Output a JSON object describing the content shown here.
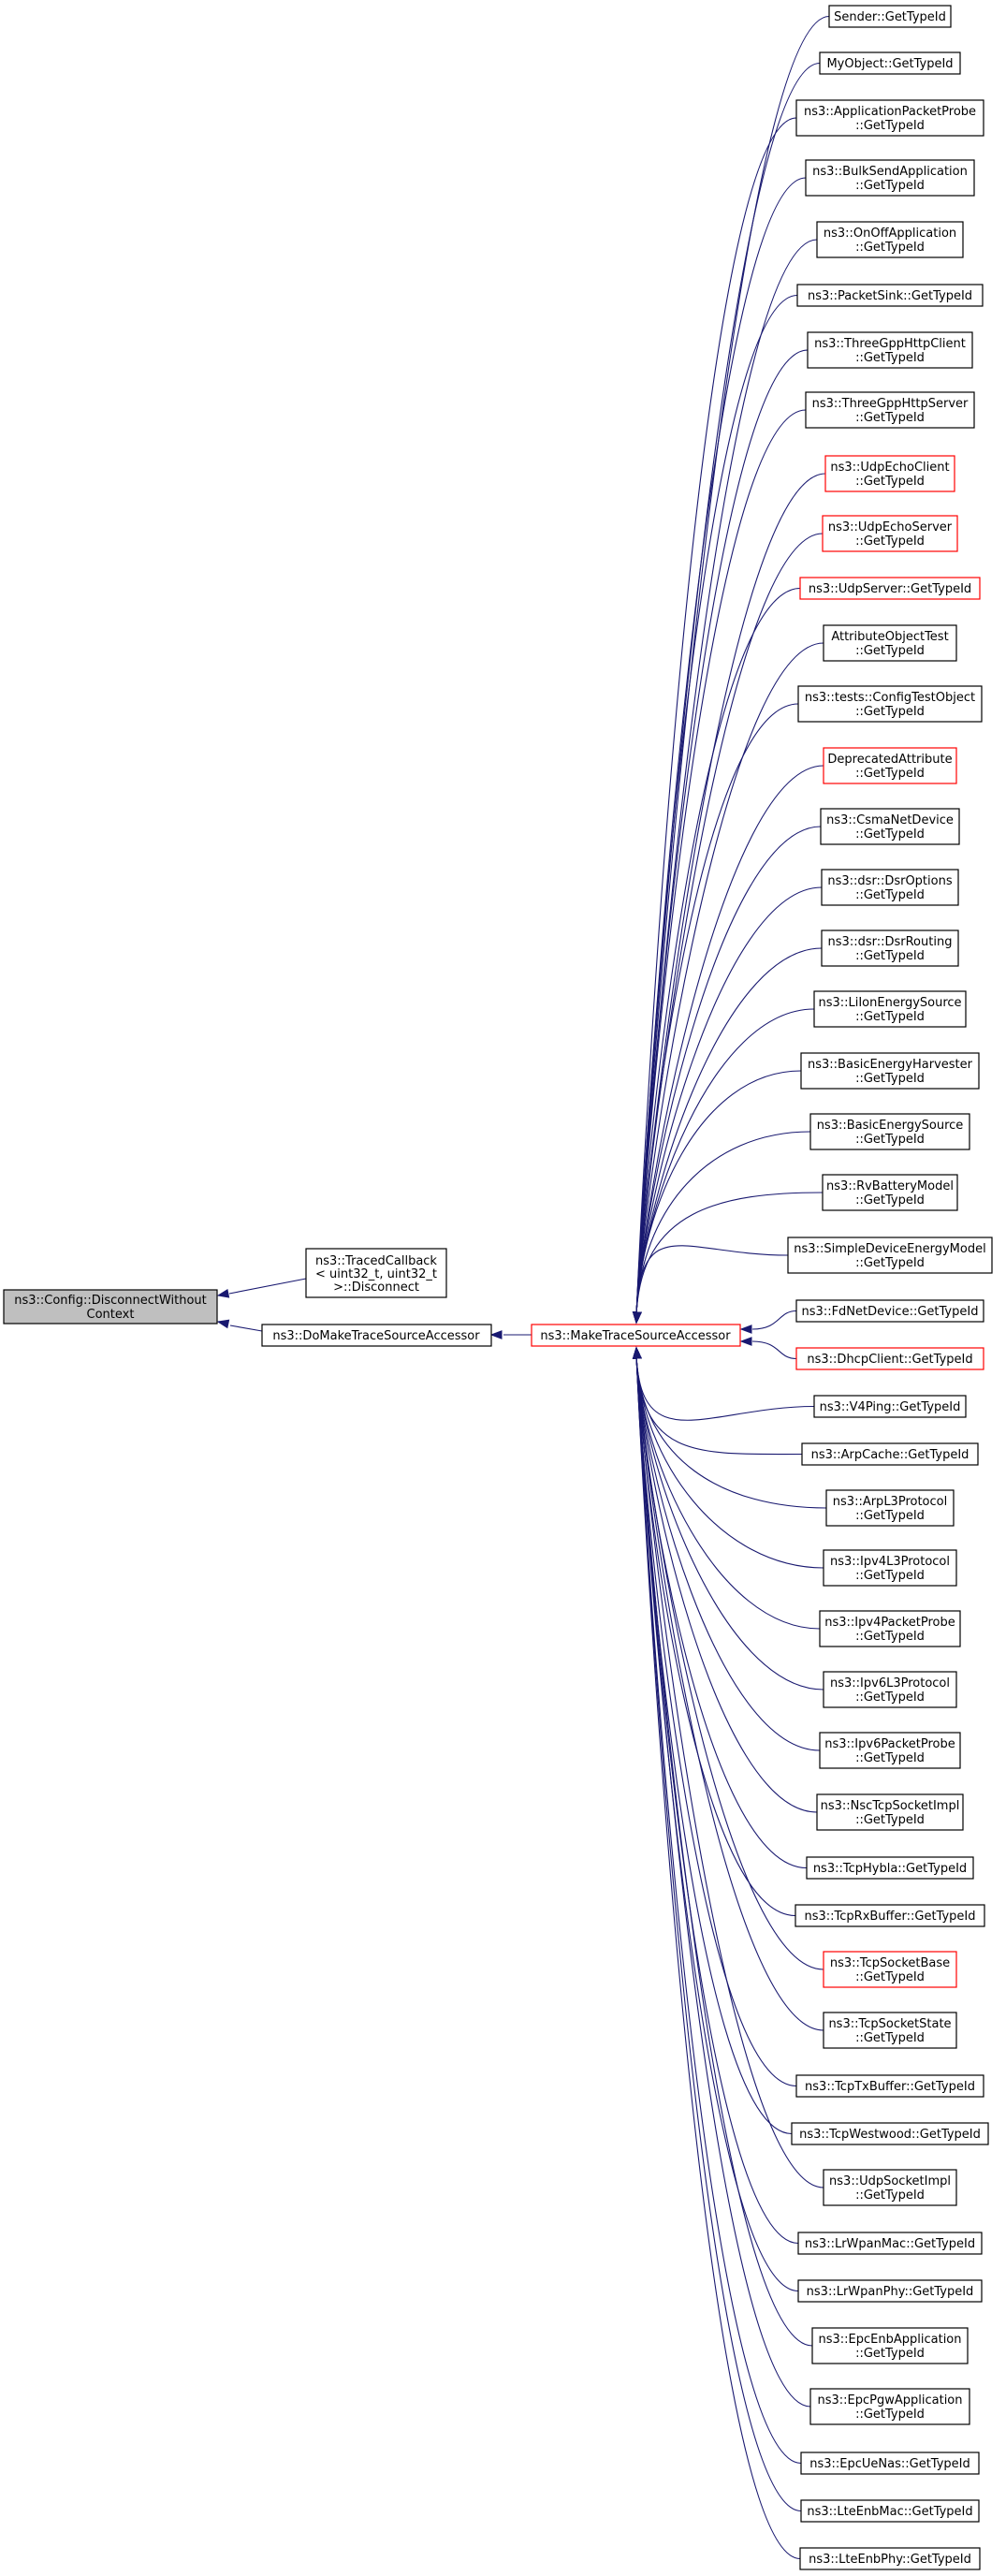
{
  "colors": {
    "edge": "#191970",
    "normal_border": "#000000",
    "undocumented_border": "#ff0000",
    "focus_fill": "#bfbfbf"
  },
  "nodes": {
    "root": {
      "lines": [
        "ns3::Config::DisconnectWithout",
        "Context"
      ]
    },
    "traced": {
      "lines": [
        "ns3::TracedCallback",
        "< uint32_t, uint32_t",
        ">::Disconnect"
      ]
    },
    "do_make": {
      "lines": [
        "ns3::DoMakeTraceSourceAccessor"
      ]
    },
    "make": {
      "lines": [
        "ns3::MakeTraceSourceAccessor"
      ]
    },
    "callers": [
      {
        "lines": [
          "Sender::GetTypeId"
        ]
      },
      {
        "lines": [
          "MyObject::GetTypeId"
        ]
      },
      {
        "lines": [
          "ns3::ApplicationPacketProbe",
          "::GetTypeId"
        ]
      },
      {
        "lines": [
          "ns3::BulkSendApplication",
          "::GetTypeId"
        ]
      },
      {
        "lines": [
          "ns3::OnOffApplication",
          "::GetTypeId"
        ]
      },
      {
        "lines": [
          "ns3::PacketSink::GetTypeId"
        ]
      },
      {
        "lines": [
          "ns3::ThreeGppHttpClient",
          "::GetTypeId"
        ]
      },
      {
        "lines": [
          "ns3::ThreeGppHttpServer",
          "::GetTypeId"
        ]
      },
      {
        "lines": [
          "ns3::UdpEchoClient",
          "::GetTypeId"
        ]
      },
      {
        "lines": [
          "ns3::UdpEchoServer",
          "::GetTypeId"
        ]
      },
      {
        "lines": [
          "ns3::UdpServer::GetTypeId"
        ]
      },
      {
        "lines": [
          "AttributeObjectTest",
          "::GetTypeId"
        ]
      },
      {
        "lines": [
          "ns3::tests::ConfigTestObject",
          "::GetTypeId"
        ]
      },
      {
        "lines": [
          "DeprecatedAttribute",
          "::GetTypeId"
        ]
      },
      {
        "lines": [
          "ns3::CsmaNetDevice",
          "::GetTypeId"
        ]
      },
      {
        "lines": [
          "ns3::dsr::DsrOptions",
          "::GetTypeId"
        ]
      },
      {
        "lines": [
          "ns3::dsr::DsrRouting",
          "::GetTypeId"
        ]
      },
      {
        "lines": [
          "ns3::LiIonEnergySource",
          "::GetTypeId"
        ]
      },
      {
        "lines": [
          "ns3::BasicEnergyHarvester",
          "::GetTypeId"
        ]
      },
      {
        "lines": [
          "ns3::BasicEnergySource",
          "::GetTypeId"
        ]
      },
      {
        "lines": [
          "ns3::RvBatteryModel",
          "::GetTypeId"
        ]
      },
      {
        "lines": [
          "ns3::SimpleDeviceEnergyModel",
          "::GetTypeId"
        ]
      },
      {
        "lines": [
          "ns3::FdNetDevice::GetTypeId"
        ]
      },
      {
        "lines": [
          "ns3::DhcpClient::GetTypeId"
        ]
      },
      {
        "lines": [
          "ns3::V4Ping::GetTypeId"
        ]
      },
      {
        "lines": [
          "ns3::ArpCache::GetTypeId"
        ]
      },
      {
        "lines": [
          "ns3::ArpL3Protocol",
          "::GetTypeId"
        ]
      },
      {
        "lines": [
          "ns3::Ipv4L3Protocol",
          "::GetTypeId"
        ]
      },
      {
        "lines": [
          "ns3::Ipv4PacketProbe",
          "::GetTypeId"
        ]
      },
      {
        "lines": [
          "ns3::Ipv6L3Protocol",
          "::GetTypeId"
        ]
      },
      {
        "lines": [
          "ns3::Ipv6PacketProbe",
          "::GetTypeId"
        ]
      },
      {
        "lines": [
          "ns3::NscTcpSocketImpl",
          "::GetTypeId"
        ]
      },
      {
        "lines": [
          "ns3::TcpHybla::GetTypeId"
        ]
      },
      {
        "lines": [
          "ns3::TcpRxBuffer::GetTypeId"
        ]
      },
      {
        "lines": [
          "ns3::TcpSocketBase",
          "::GetTypeId"
        ]
      },
      {
        "lines": [
          "ns3::TcpSocketState",
          "::GetTypeId"
        ]
      },
      {
        "lines": [
          "ns3::TcpTxBuffer::GetTypeId"
        ]
      },
      {
        "lines": [
          "ns3::TcpWestwood::GetTypeId"
        ]
      },
      {
        "lines": [
          "ns3::UdpSocketImpl",
          "::GetTypeId"
        ]
      },
      {
        "lines": [
          "ns3::LrWpanMac::GetTypeId"
        ]
      },
      {
        "lines": [
          "ns3::LrWpanPhy::GetTypeId"
        ]
      },
      {
        "lines": [
          "ns3::EpcEnbApplication",
          "::GetTypeId"
        ]
      },
      {
        "lines": [
          "ns3::EpcPgwApplication",
          "::GetTypeId"
        ]
      },
      {
        "lines": [
          "ns3::EpcUeNas::GetTypeId"
        ]
      },
      {
        "lines": [
          "ns3::LteEnbMac::GetTypeId"
        ]
      },
      {
        "lines": [
          "ns3::LteEnbPhy::GetTypeId"
        ]
      }
    ]
  }
}
